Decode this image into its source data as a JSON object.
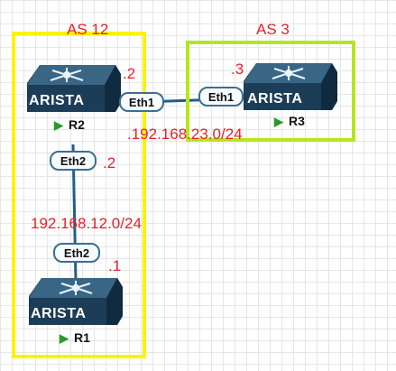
{
  "as_groups": [
    {
      "label": "AS 12",
      "color": "#fff200"
    },
    {
      "label": "AS 3",
      "color": "#b5e61d"
    }
  ],
  "routers": {
    "r1": {
      "name": "R1",
      "brand": "ARISTA",
      "status_icon": "play-icon"
    },
    "r2": {
      "name": "R2",
      "brand": "ARISTA",
      "status_icon": "play-icon"
    },
    "r3": {
      "name": "R3",
      "brand": "ARISTA",
      "status_icon": "play-icon"
    }
  },
  "interfaces": {
    "r2_eth1": "Eth1",
    "r3_eth1": "Eth1",
    "r2_eth2": "Eth2",
    "r1_eth2": "Eth2"
  },
  "host_suffixes": {
    "r2_top": ".2",
    "r3_top": ".3",
    "r2_eth2": ".2",
    "r1_eth2": ".1"
  },
  "subnets": {
    "r2_r3": ".192.168.23.0/24",
    "r1_r2": "192.168.12.0/24"
  },
  "colors": {
    "link": "#1f5f8b",
    "label_red": "#e8202a",
    "status_green": "#2a9a2a"
  }
}
